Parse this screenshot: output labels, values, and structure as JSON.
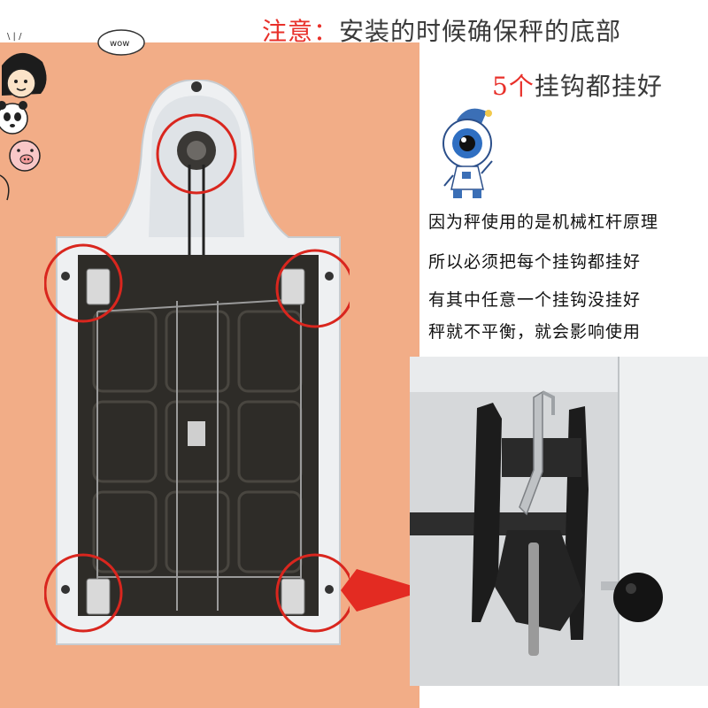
{
  "header": {
    "line1_highlight": "注意：",
    "line1_rest": "安装的时候确保秤的底部",
    "line2_highlight": "5个",
    "line2_rest": "挂钩都挂好"
  },
  "notes": [
    "因为秤使用的是机械杠杆原理",
    "所以必须把每个挂钩都挂好",
    "有其中任意一个挂钩没挂好",
    "秤就不平衡，就会影响使用"
  ],
  "sticker": {
    "bubble_text": "wow",
    "marks_text": "\\ | /"
  },
  "colors": {
    "background": "#f2ad87",
    "highlight": "#e8302a",
    "circle": "#d9261e",
    "scale_frame": "#ffffff",
    "plate": "#2e2c28"
  },
  "icons": {
    "mascot": "eyeball-mascot-icon",
    "cartoon": "girl-panda-pig-sticker-icon",
    "arrow": "red-pointer-arrow-icon"
  }
}
